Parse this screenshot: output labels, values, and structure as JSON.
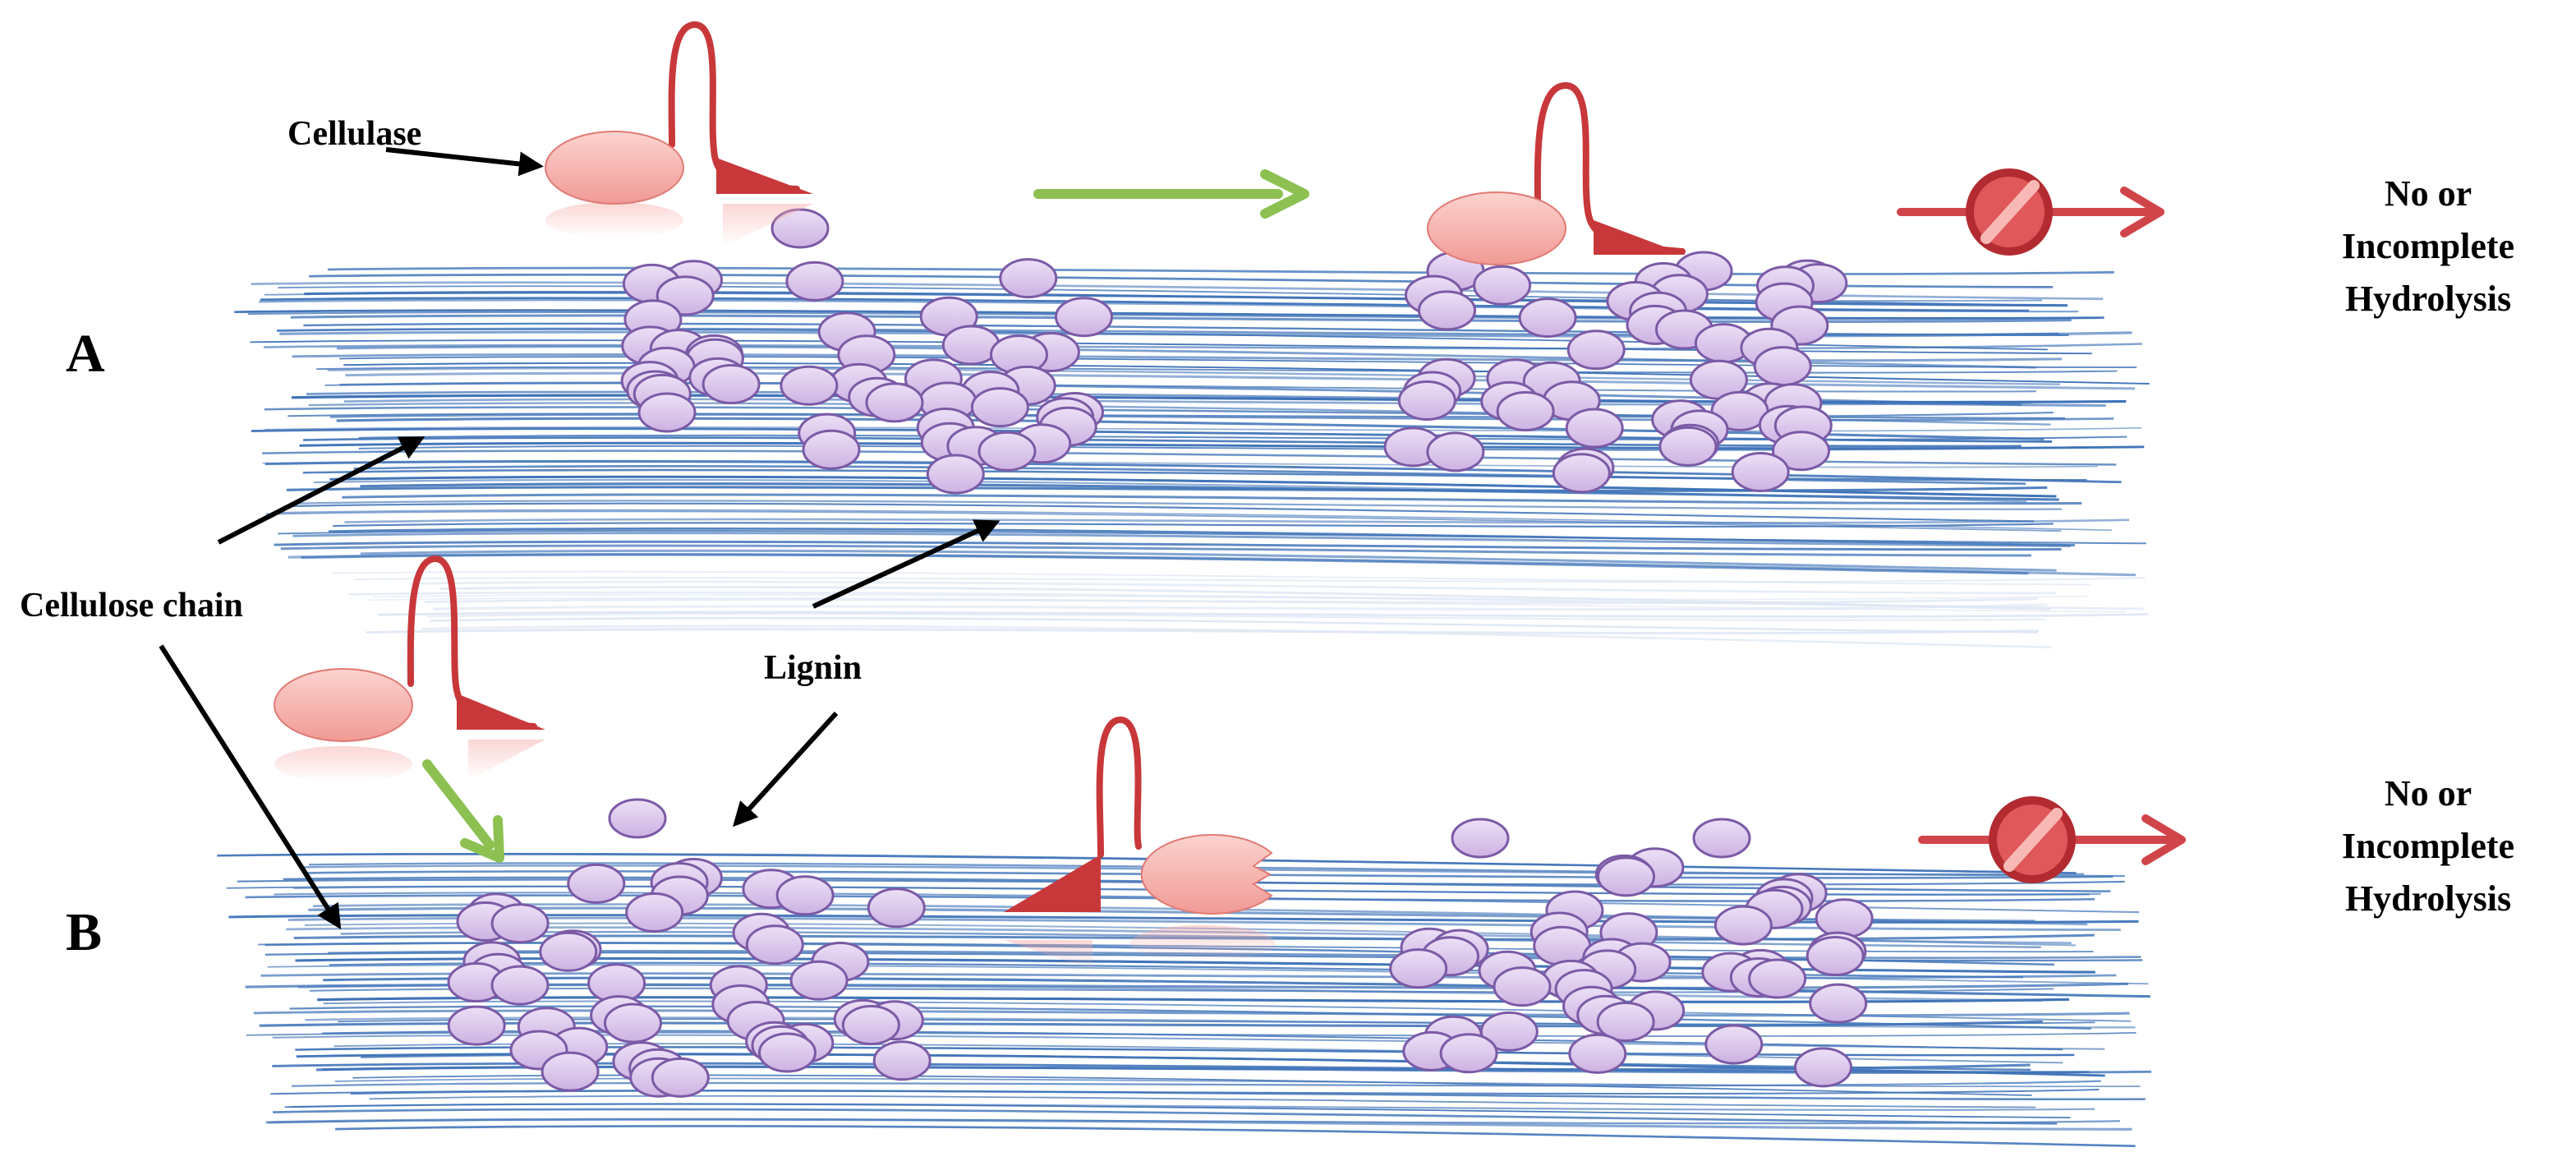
{
  "labels": {
    "cellulase": "Cellulase",
    "cellulose_chain": "Cellulose chain",
    "lignin": "Lignin",
    "panel_a": "A",
    "panel_b": "B",
    "outcome_a": [
      "No or",
      "Incomplete",
      "Hydrolysis"
    ],
    "outcome_b": [
      "No or",
      "Incomplete",
      "Hydrolysis"
    ]
  },
  "colors": {
    "fiber": "#3f73b8",
    "fiber_light": "#9db8dc",
    "lignin_fill": "#d9c3ea",
    "lignin_stroke": "#7b5aa6",
    "enzyme_body": "#f6a6a1",
    "enzyme_linker": "#c8383a",
    "go_arrow": "#8cc152",
    "blocked_arrow": "#d0454a",
    "pointer": "#000000"
  },
  "icons": {
    "blocked": "no-entry-icon"
  }
}
